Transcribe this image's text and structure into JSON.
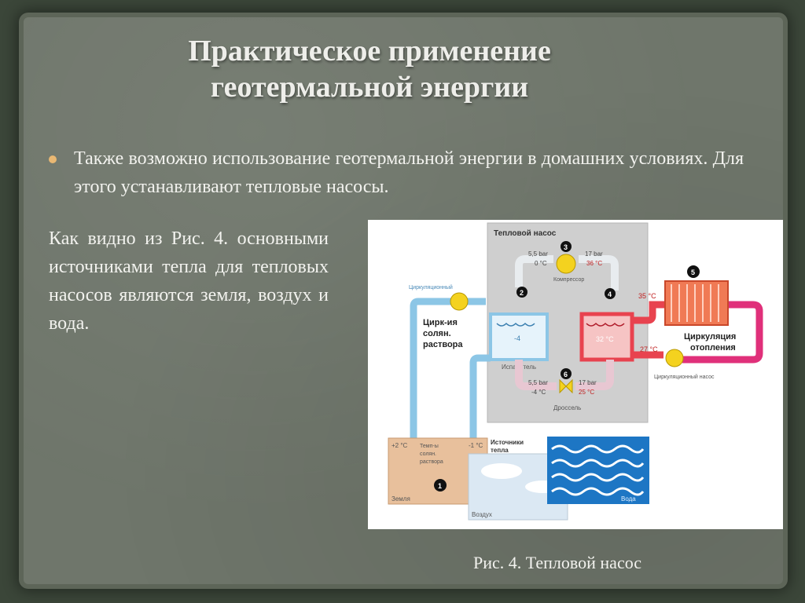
{
  "slide": {
    "title_line1": "Практическое применение",
    "title_line2": "геотермальной энергии",
    "bullet_text": "Также возможно использование геотермальной энергии в домашних условиях. Для этого устанавливают тепловые насосы.",
    "body_text": "Как видно из Рис. 4. основными источниками тепла для тепловых насосов являются земля, воздух и вода.",
    "caption": "Рис. 4. Тепловой насос"
  },
  "diagram": {
    "pump_box_title": "Тепловой насос",
    "compressor": "Компрессор",
    "evaporator": "Испаритель",
    "throttle": "Дроссель",
    "circ_pump_left": "Циркуляционный",
    "circ_pump_right": "Циркуляционный насос",
    "brine_loop_l1": "Цирк-ия",
    "brine_loop_l2": "солян.",
    "brine_loop_l3": "раствора",
    "heating_l1": "Циркуляция",
    "heating_l2": "отопления",
    "sources_l1": "Источники",
    "sources_l2": "тепла",
    "earth": "Земля",
    "air": "Воздух",
    "water": "Вода",
    "brine_temp_l1": "Темп-ы",
    "brine_temp_l2": "солян.",
    "brine_temp_l3": "раствора",
    "earth_temp_left": "+2 °C",
    "earth_temp_right": "-1 °C",
    "p_low_top": "5,5 bar",
    "p_high_top": "17 bar",
    "t_evap_out": "0 °C",
    "t_comp_out": "36 °C",
    "p_low_bottom": "5,5 bar",
    "p_high_bottom": "17 bar",
    "t_throttle_out": "-4 °C",
    "t_cond_out": "25 °C",
    "t_evap": "-4",
    "t_cond": "32 °C",
    "t_supply": "35 °C",
    "t_return": "27 °C",
    "n1": "1",
    "n2": "2",
    "n3": "3",
    "n4": "4",
    "n5": "5",
    "n6": "6"
  },
  "colors": {
    "cold_pipe": "#8cc6e6",
    "hot_pipe": "#e8434f",
    "heating_pipe": "#e0307a",
    "pump_box": "#cfcfcf",
    "radiator": "#f07a55",
    "pump_yellow": "#f4d21f"
  }
}
